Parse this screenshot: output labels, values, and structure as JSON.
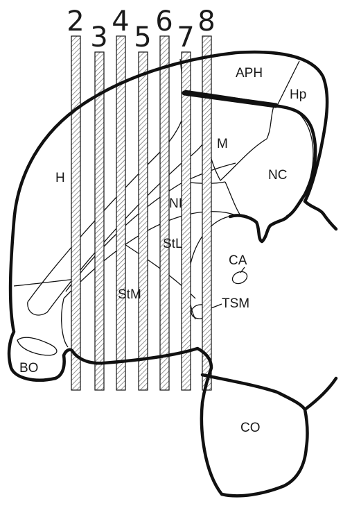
{
  "slice_numbers": [
    "2",
    "3",
    "4",
    "5",
    "6",
    "7",
    "8"
  ],
  "regions": {
    "aph": "APH",
    "hp": "Hp",
    "m": "M",
    "h": "H",
    "nc": "NC",
    "ni": "NI",
    "stl": "StL",
    "ca": "CA",
    "stm": "StM",
    "tsm": "TSM",
    "bo": "BO",
    "co": "CO"
  },
  "colors": {
    "outline": "#111111",
    "hatch": "#7a7a7a",
    "background": "#ffffff"
  }
}
